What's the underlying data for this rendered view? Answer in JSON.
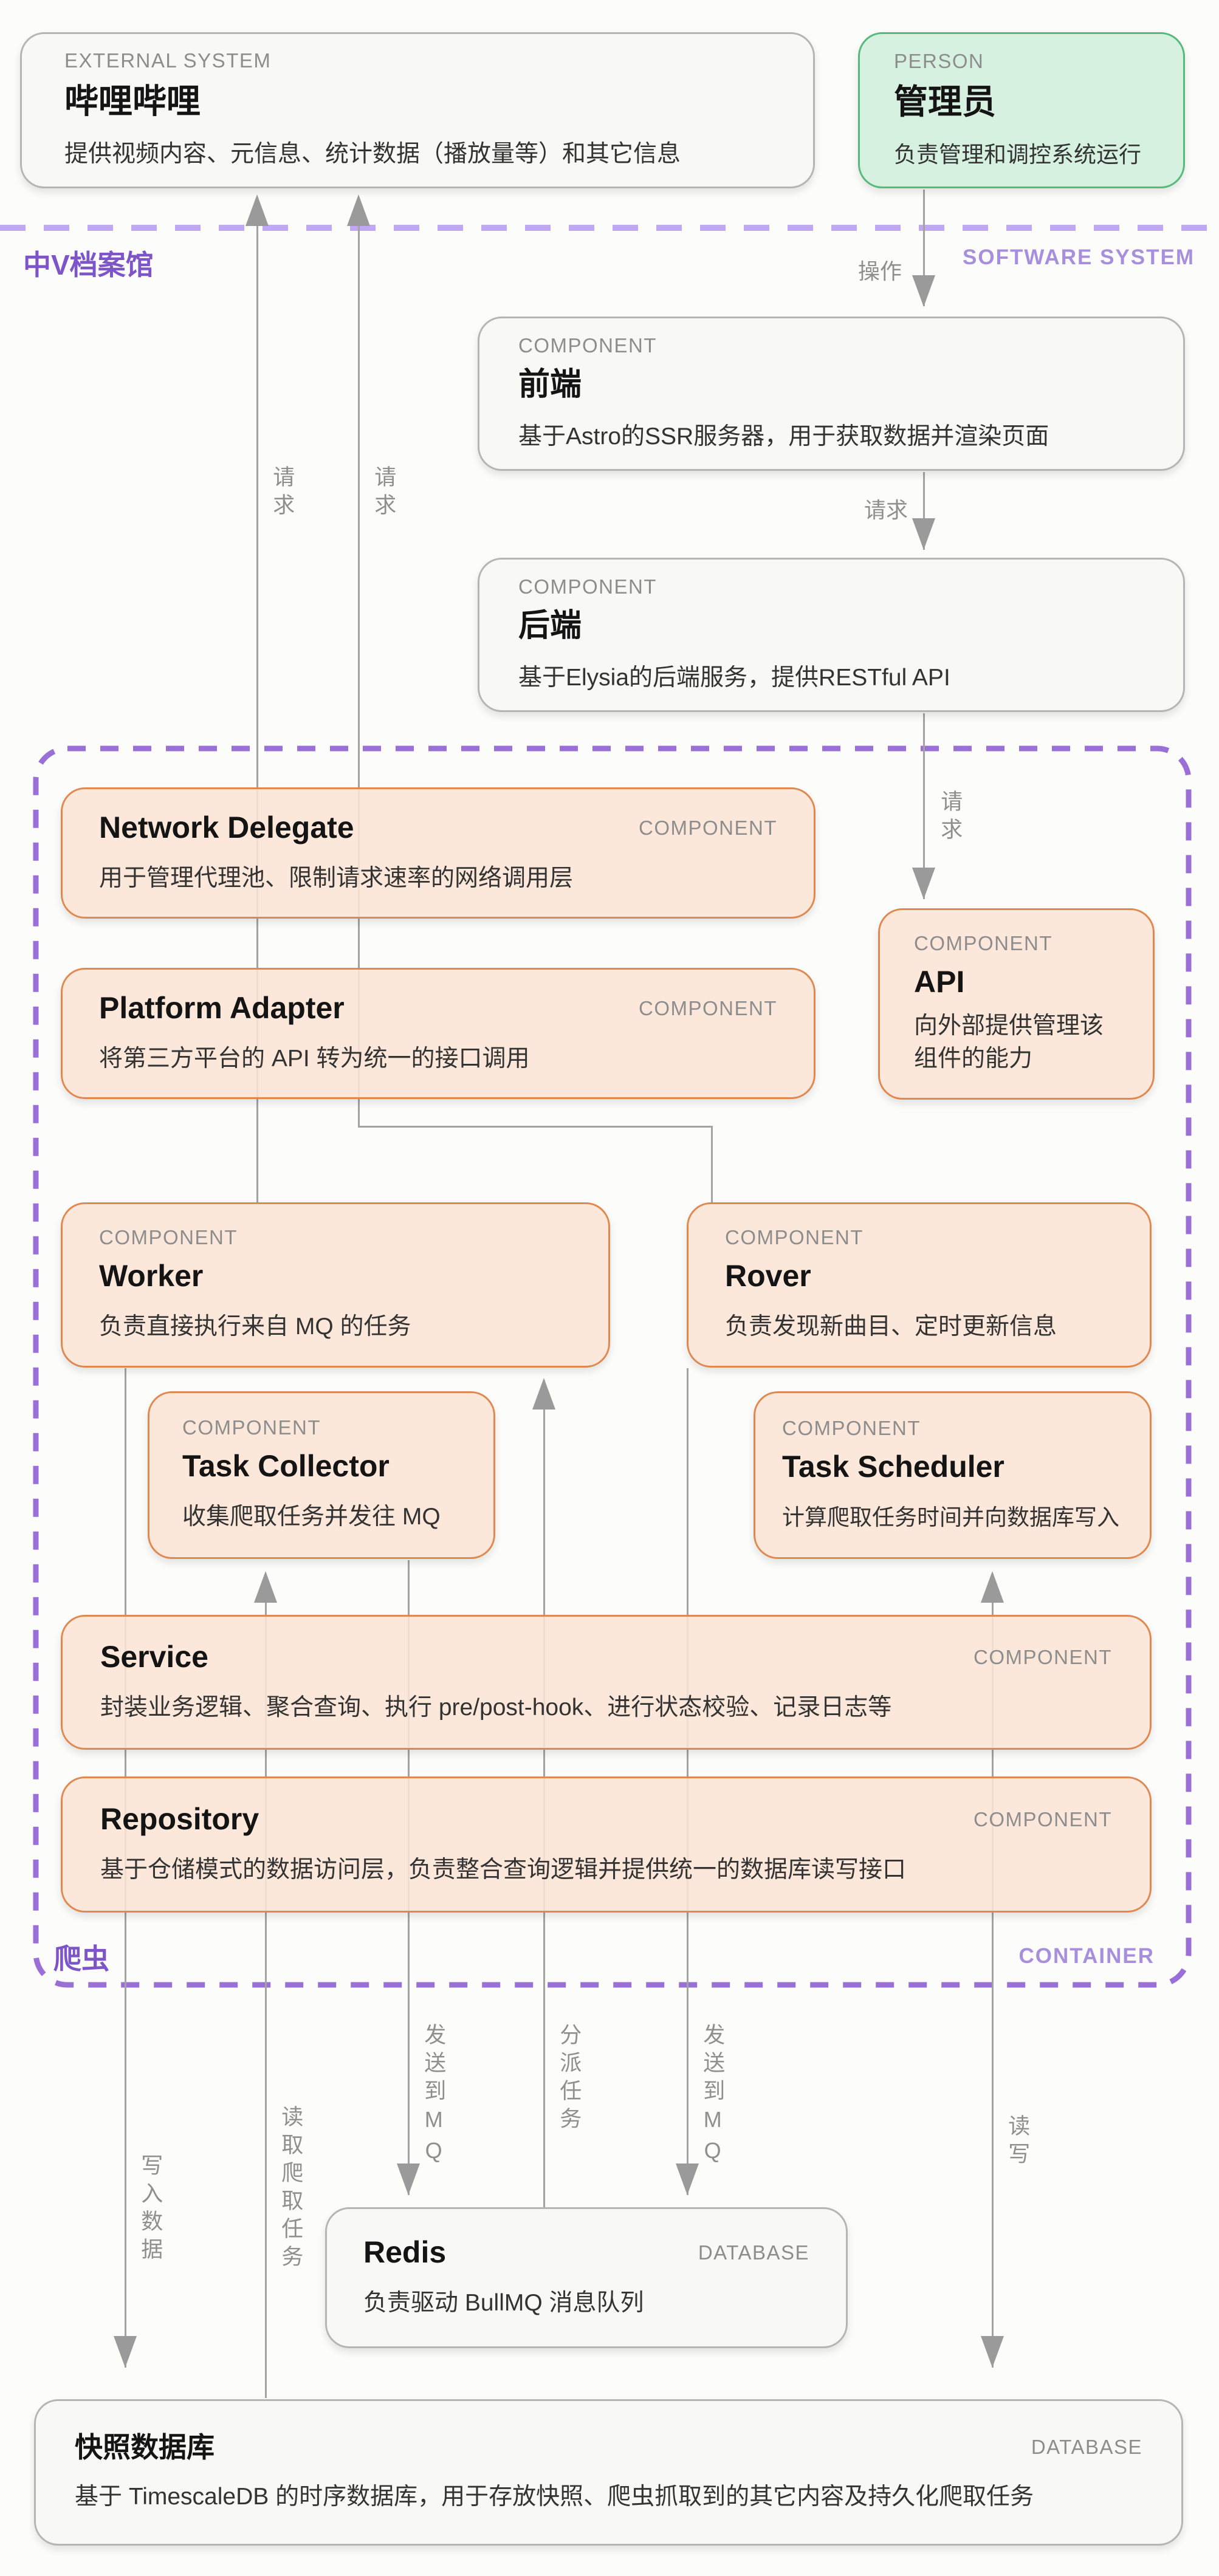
{
  "boundaries": {
    "software_system": {
      "name": "中V档案馆",
      "type_label": "SOFTWARE SYSTEM"
    },
    "crawler": {
      "name": "爬虫",
      "type_label": "CONTAINER"
    }
  },
  "nodes": {
    "external_system": {
      "type_label": "EXTERNAL SYSTEM",
      "title": "哔哩哔哩",
      "description": "提供视频内容、元信息、统计数据（播放量等）和其它信息"
    },
    "person": {
      "type_label": "PERSON",
      "title": "管理员",
      "description": "负责管理和调控系统运行"
    },
    "frontend": {
      "type_label": "COMPONENT",
      "title": "前端",
      "description": "基于Astro的SSR服务器，用于获取数据并渲染页面"
    },
    "backend": {
      "type_label": "COMPONENT",
      "title": "后端",
      "description": "基于Elysia的后端服务，提供RESTful API"
    },
    "network_delegate": {
      "type_label": "COMPONENT",
      "title": "Network Delegate",
      "description": "用于管理代理池、限制请求速率的网络调用层"
    },
    "platform_adapter": {
      "type_label": "COMPONENT",
      "title": "Platform Adapter",
      "description": "将第三方平台的 API 转为统一的接口调用"
    },
    "api": {
      "type_label": "COMPONENT",
      "title": "API",
      "description": "向外部提供管理该组件的能力"
    },
    "worker": {
      "type_label": "COMPONENT",
      "title": "Worker",
      "description": "负责直接执行来自 MQ 的任务"
    },
    "rover": {
      "type_label": "COMPONENT",
      "title": "Rover",
      "description": "负责发现新曲目、定时更新信息"
    },
    "task_collector": {
      "type_label": "COMPONENT",
      "title": "Task Collector",
      "description": "收集爬取任务并发往 MQ"
    },
    "task_scheduler": {
      "type_label": "COMPONENT",
      "title": "Task Scheduler",
      "description": "计算爬取任务时间并向数据库写入"
    },
    "service": {
      "type_label": "COMPONENT",
      "title": "Service",
      "description": "封装业务逻辑、聚合查询、执行 pre/post-hook、进行状态校验、记录日志等"
    },
    "repository": {
      "type_label": "COMPONENT",
      "title": "Repository",
      "description": "基于仓储模式的数据访问层，负责整合查询逻辑并提供统一的数据库读写接口"
    },
    "redis": {
      "type_label": "DATABASE",
      "title": "Redis",
      "description": "负责驱动 BullMQ 消息队列"
    },
    "snapshot_db": {
      "type_label": "DATABASE",
      "title": "快照数据库",
      "description": "基于 TimescaleDB 的时序数据库，用于存放快照、爬虫抓取到的其它内容及持久化爬取任务"
    }
  },
  "edges": {
    "operate": "操作",
    "frontend_request": "请求",
    "backend_request": "请求",
    "worker_request": "请求",
    "rover_request": "请求",
    "write_data": "写入数据",
    "read_crawl_tasks": "读取爬取任务",
    "send_to_mq_left": "发送到MQ",
    "dispatch_tasks": "分派任务",
    "send_to_mq_right": "发送到MQ",
    "read_write": "读写"
  },
  "colors": {
    "background": "#fcfcfb",
    "orange_fill": "#fce5d5",
    "orange_border": "#df8951",
    "gray_fill": "#f8f8f7",
    "gray_border": "#b5b5b5",
    "green_fill": "#d7f1e0",
    "green_border": "#57b87b",
    "outer_boundary_dash": "#c1a8f2",
    "container_boundary_dash": "#9a70d8",
    "edge_line": "#a3a3a3",
    "purple_label": "#7d55c8"
  }
}
